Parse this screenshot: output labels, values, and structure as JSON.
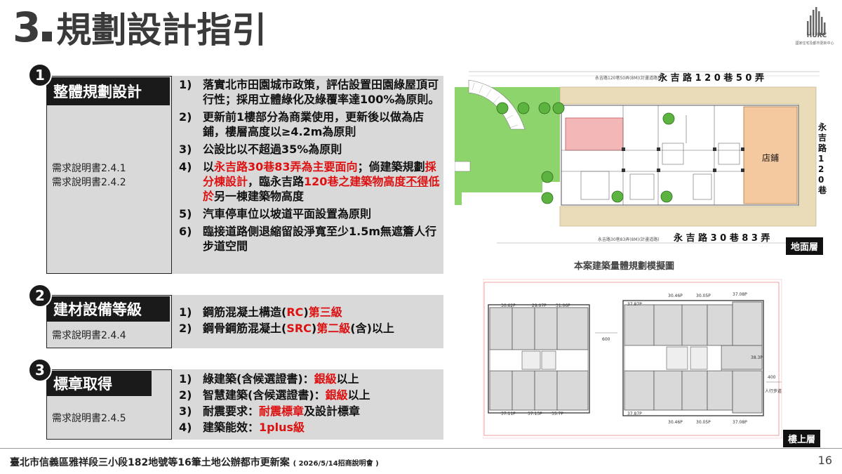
{
  "header": {
    "number": "3",
    "title": "規劃設計指引",
    "logo_text": "HURC",
    "logo_sub": "國家住宅及都市更新中心"
  },
  "sections": [
    {
      "badge": "1",
      "heading": "整體規劃設計",
      "refs": [
        "需求說明書2.4.1",
        "需求說明書2.4.2"
      ],
      "items": [
        {
          "num": "1)",
          "parts": [
            {
              "t": "落實北市田園城市政策，評估設置田園綠屋頂可行性；採用立體綠化及綠覆率達100%為原則。"
            }
          ]
        },
        {
          "num": "2)",
          "parts": [
            {
              "t": "更新前1樓部分為商業使用，更新後以做為店鋪，樓層高度以≥4.2m為原則"
            }
          ]
        },
        {
          "num": "3)",
          "parts": [
            {
              "t": "公設比以不超過35%為原則"
            }
          ]
        },
        {
          "num": "4)",
          "parts": [
            {
              "t": "以"
            },
            {
              "t": "永吉路30巷83弄為主要面向",
              "c": "red"
            },
            {
              "t": "；倘建築規劃"
            },
            {
              "t": "採分棟設計",
              "c": "red"
            },
            {
              "t": "，臨永吉路"
            },
            {
              "t": "120巷之建築物高度",
              "c": "red"
            },
            {
              "t": "不得",
              "c": "red ul"
            },
            {
              "t": "低於",
              "c": "red"
            },
            {
              "t": "另一棟建築物高度"
            }
          ]
        },
        {
          "num": "5)",
          "parts": [
            {
              "t": "汽車停車位以坡道平面設置為原則"
            }
          ]
        },
        {
          "num": "6)",
          "parts": [
            {
              "t": "臨接道路側退縮留設淨寬至少1.5m無遮簷人行步道空間"
            }
          ]
        }
      ]
    },
    {
      "badge": "2",
      "heading": "建材設備等級",
      "refs": [
        "需求說明書2.4.4"
      ],
      "items": [
        {
          "num": "1)",
          "parts": [
            {
              "t": "鋼筋混凝土構造("
            },
            {
              "t": "RC",
              "c": "red"
            },
            {
              "t": ")"
            },
            {
              "t": "第三級",
              "c": "red"
            }
          ]
        },
        {
          "num": "2)",
          "parts": [
            {
              "t": "鋼骨鋼筋混凝土("
            },
            {
              "t": "SRC",
              "c": "red"
            },
            {
              "t": ")"
            },
            {
              "t": "第二級",
              "c": "red"
            },
            {
              "t": "(含)以上"
            }
          ]
        }
      ]
    },
    {
      "badge": "3",
      "heading": "標章取得",
      "refs": [
        "需求說明書2.4.5"
      ],
      "items": [
        {
          "num": "1)",
          "parts": [
            {
              "t": "綠建築(含候選證書)："
            },
            {
              "t": "銀級",
              "c": "red"
            },
            {
              "t": "以上"
            }
          ]
        },
        {
          "num": "2)",
          "parts": [
            {
              "t": "智慧建築(含候選證書)："
            },
            {
              "t": "銀級",
              "c": "red"
            },
            {
              "t": "以上"
            }
          ]
        },
        {
          "num": "3)",
          "parts": [
            {
              "t": "耐震要求："
            },
            {
              "t": "耐震標章",
              "c": "red"
            },
            {
              "t": "及設計標章"
            }
          ]
        },
        {
          "num": "4)",
          "parts": [
            {
              "t": "建築能效："
            },
            {
              "t": "1plus級",
              "c": "red"
            }
          ]
        }
      ]
    }
  ],
  "ground_plan": {
    "road_top": "永 吉 路 1 2 0 巷 5 0 弄",
    "road_right": "永 吉 路 1 2 0 巷",
    "road_bottom": "永 吉 路 3 0 巷 8 3 弄",
    "shop_label": "店鋪",
    "tag": "地面層",
    "top_note": "永吉路120巷50弄(8M)(計畫道路)",
    "bottom_note": "永吉路30巷83弄(8M)(計畫道路)"
  },
  "caption": "本案建築量體規劃模擬圖",
  "upper_plan": {
    "tag": "樓上層",
    "area_labels": [
      "30.62P",
      "29.07P",
      "31.06P",
      "37.87P",
      "30.46P",
      "30.05P",
      "37.08P",
      "38.3P",
      "37.11P",
      "37.13P",
      "35.7P",
      "37.87P",
      "30.46P",
      "30.05P",
      "37.08P"
    ],
    "dim_600": "600",
    "dim_400": "400",
    "walk_label": "人行步道"
  },
  "footer": {
    "text": "臺北市信義區雅祥段三小段182地號等16筆土地公辦都市更新案",
    "small": "( 2026/5/14招商說明會 )",
    "page": "16"
  },
  "colors": {
    "dark": "#1a1a1a",
    "panel": "#d9d9d9",
    "red": "#dd1111",
    "shop": "#f5c9a0",
    "road": "#eadcb8",
    "green": "#7fcf5b"
  }
}
